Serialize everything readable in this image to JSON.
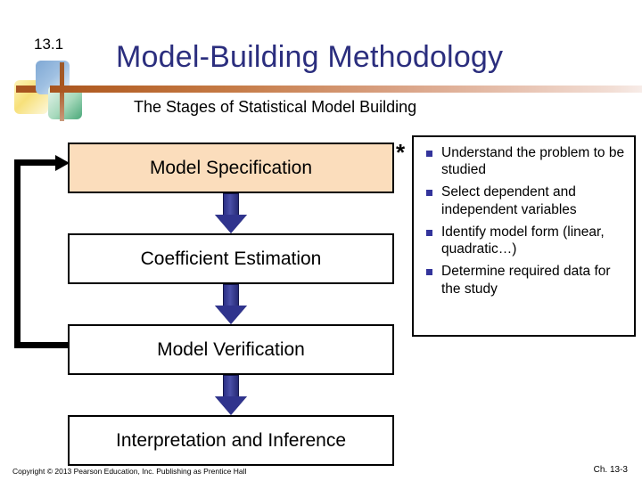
{
  "header": {
    "slide_number": "13.1",
    "title": "Model-Building Methodology",
    "subtitle": "The Stages of Statistical Model Building",
    "accent_color": "#2b2e7e",
    "rule_color": "#a8541f"
  },
  "flowchart": {
    "marker": "*",
    "stages": [
      {
        "label": "Model Specification",
        "fill": "#fbddbc"
      },
      {
        "label": "Coefficient Estimation",
        "fill": "#ffffff"
      },
      {
        "label": "Model Verification",
        "fill": "#ffffff"
      },
      {
        "label": "Interpretation and Inference",
        "fill": "#ffffff"
      }
    ],
    "arrow_color": "#30348d",
    "feedback_color": "#000000"
  },
  "bullet_panel": {
    "bullet_color": "#33349b",
    "items": [
      "Understand the problem to be studied",
      "Select dependent and independent variables",
      "Identify model form (linear, quadratic…)",
      "Determine required data for the study"
    ]
  },
  "footer": {
    "copyright": "Copyright © 2013 Pearson Education, Inc. Publishing as Prentice Hall",
    "chapter": "Ch. 13-3"
  }
}
